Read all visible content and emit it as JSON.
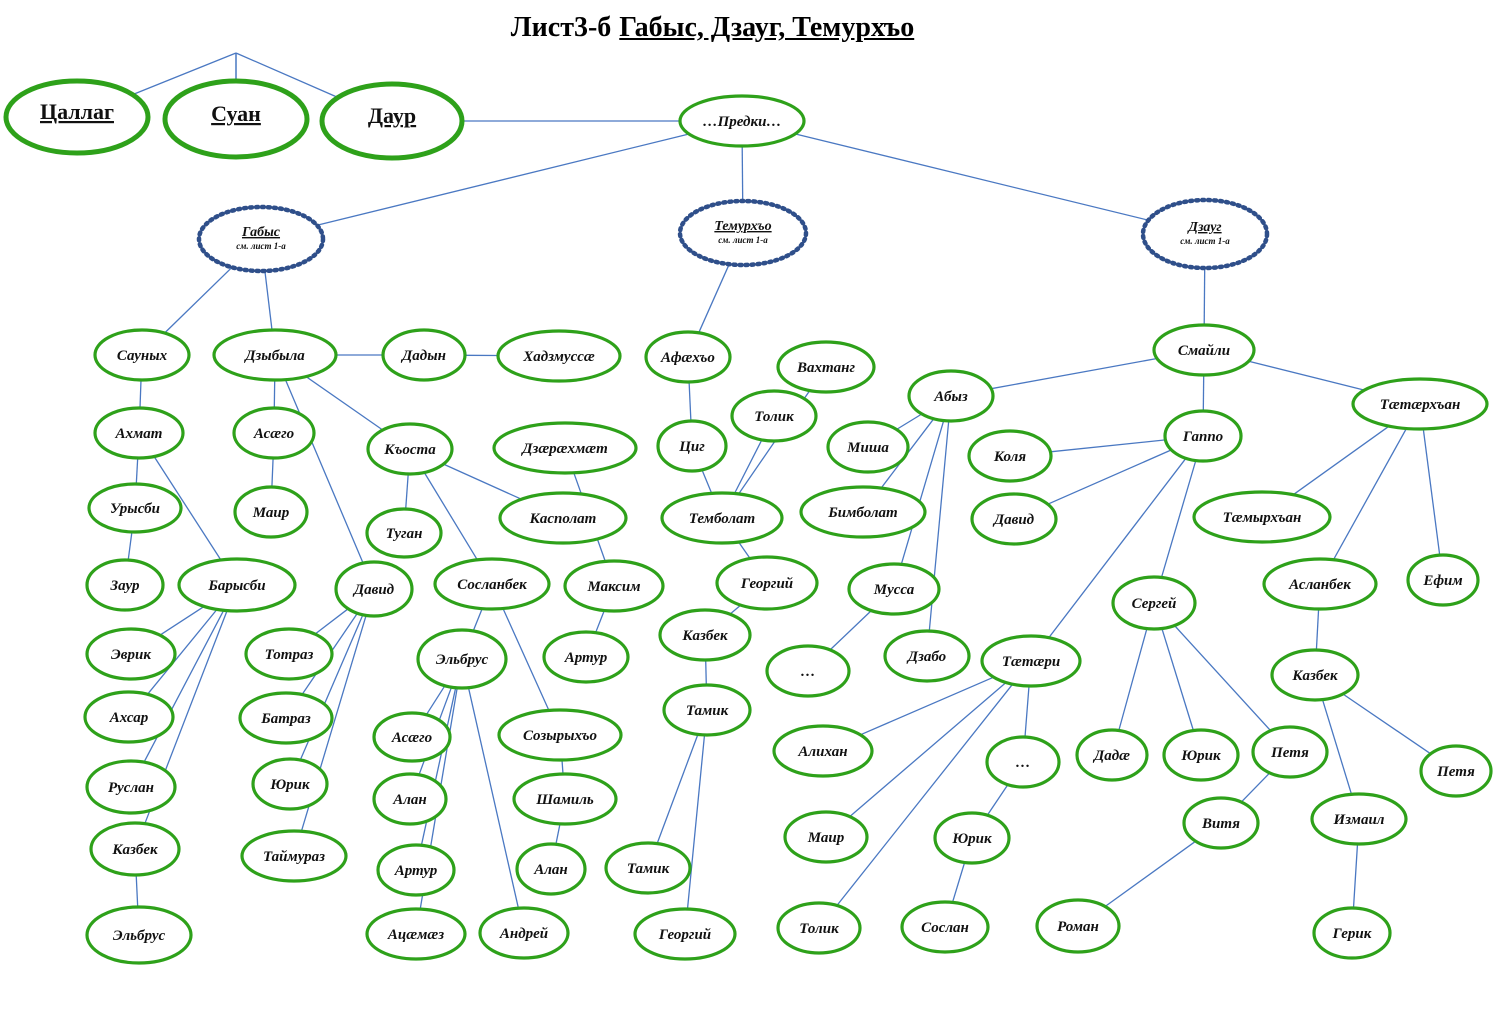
{
  "title": {
    "prefix": "Лист3-б",
    "main": "Габыс, Дзауг, Темурхъо"
  },
  "colors": {
    "node_border": "#2ea11a",
    "ref_border": "#2f4f8a",
    "edge": "#4a78c2"
  },
  "top_clans": [
    {
      "id": "tsallag",
      "label": "Цаллаг"
    },
    {
      "id": "suan",
      "label": "Суан"
    },
    {
      "id": "daur",
      "label": "Даур"
    }
  ],
  "ancestors": {
    "label": "…Предки…"
  },
  "branches": [
    {
      "id": "gabys",
      "label": "Габыс",
      "ref": "см. лист 1-а"
    },
    {
      "id": "temurkhyo",
      "label": "Темурхъо",
      "ref": "см. лист 1-а"
    },
    {
      "id": "dzaug",
      "label": "Дзауг",
      "ref": "см. лист 1-а"
    }
  ],
  "people": [
    {
      "id": "saunykh",
      "label": "Сауных"
    },
    {
      "id": "akhmat",
      "label": "Ахмат"
    },
    {
      "id": "urysbi",
      "label": "Урысби"
    },
    {
      "id": "zaur",
      "label": "Заур"
    },
    {
      "id": "barysbi",
      "label": "Барысби"
    },
    {
      "id": "evrik",
      "label": "Эврик"
    },
    {
      "id": "akhsar",
      "label": "Ахсар"
    },
    {
      "id": "ruslan",
      "label": "Руслан"
    },
    {
      "id": "kazbek1",
      "label": "Казбек"
    },
    {
      "id": "elbrus1",
      "label": "Эльбрус"
    },
    {
      "id": "dzybyla",
      "label": "Дзыбыла"
    },
    {
      "id": "dadyn",
      "label": "Дадын"
    },
    {
      "id": "khadzmusse",
      "label": "Хадзмуссæ"
    },
    {
      "id": "asaego1",
      "label": "Асæго"
    },
    {
      "id": "mair1",
      "label": "Маир"
    },
    {
      "id": "kyosta",
      "label": "Къоста"
    },
    {
      "id": "tugan",
      "label": "Туган"
    },
    {
      "id": "kaspolat",
      "label": "Касполат"
    },
    {
      "id": "david1",
      "label": "Давид"
    },
    {
      "id": "totraz",
      "label": "Тотраз"
    },
    {
      "id": "batraz",
      "label": "Батраз"
    },
    {
      "id": "yurik1",
      "label": "Юрик"
    },
    {
      "id": "taymuraz",
      "label": "Таймураз"
    },
    {
      "id": "soslanbek",
      "label": "Сосланбек"
    },
    {
      "id": "elbrus2",
      "label": "Эльбрус"
    },
    {
      "id": "asaego2",
      "label": "Асæго"
    },
    {
      "id": "alan1",
      "label": "Алан"
    },
    {
      "id": "artur1",
      "label": "Артур"
    },
    {
      "id": "atsaemaz",
      "label": "Ацæмæз"
    },
    {
      "id": "andrey",
      "label": "Андрей"
    },
    {
      "id": "sozyrykhyo",
      "label": "Созырыхъо"
    },
    {
      "id": "shamil",
      "label": "Шамиль"
    },
    {
      "id": "alan2",
      "label": "Алан"
    },
    {
      "id": "dzaeraekhmaet",
      "label": "Дзæрæхмæт"
    },
    {
      "id": "maksim",
      "label": "Максим"
    },
    {
      "id": "artur2",
      "label": "Артур"
    },
    {
      "id": "afaekhyo",
      "label": "Афæхъо"
    },
    {
      "id": "tsig",
      "label": "Циг"
    },
    {
      "id": "vakhtang",
      "label": "Вахтанг"
    },
    {
      "id": "tolik1",
      "label": "Толик"
    },
    {
      "id": "tembolat",
      "label": "Темболат"
    },
    {
      "id": "georgiy1",
      "label": "Георгий"
    },
    {
      "id": "kazbek2",
      "label": "Казбек"
    },
    {
      "id": "tamik1",
      "label": "Тамик"
    },
    {
      "id": "tamik2",
      "label": "Тамик"
    },
    {
      "id": "georgiy2",
      "label": "Георгий"
    },
    {
      "id": "smayli",
      "label": "Смайли"
    },
    {
      "id": "abyz",
      "label": "Абыз"
    },
    {
      "id": "misha",
      "label": "Миша"
    },
    {
      "id": "bimbolat",
      "label": "Бимболат"
    },
    {
      "id": "mussa",
      "label": "Мусса"
    },
    {
      "id": "dots1",
      "label": "…"
    },
    {
      "id": "dzabo",
      "label": "Дзабо"
    },
    {
      "id": "gappo",
      "label": "Гаппо"
    },
    {
      "id": "kolya",
      "label": "Коля"
    },
    {
      "id": "david2",
      "label": "Давид"
    },
    {
      "id": "taetaeri",
      "label": "Тæтæри"
    },
    {
      "id": "alikhan",
      "label": "Алихан"
    },
    {
      "id": "dots2",
      "label": "…"
    },
    {
      "id": "mair2",
      "label": "Маир"
    },
    {
      "id": "yurik2",
      "label": "Юрик"
    },
    {
      "id": "tolik2",
      "label": "Толик"
    },
    {
      "id": "soslan",
      "label": "Сослан"
    },
    {
      "id": "sergey",
      "label": "Сергей"
    },
    {
      "id": "dadae",
      "label": "Дадæ"
    },
    {
      "id": "yurik3",
      "label": "Юрик"
    },
    {
      "id": "petya1",
      "label": "Петя"
    },
    {
      "id": "vitya",
      "label": "Витя"
    },
    {
      "id": "roman",
      "label": "Роман"
    },
    {
      "id": "taetaerkhyan",
      "label": "Тæтæрхъан"
    },
    {
      "id": "taemyrkhyan",
      "label": "Тæмырхъан"
    },
    {
      "id": "aslanbek",
      "label": "Асланбек"
    },
    {
      "id": "efim",
      "label": "Ефим"
    },
    {
      "id": "kazbek3",
      "label": "Казбек"
    },
    {
      "id": "petya2",
      "label": "Петя"
    },
    {
      "id": "izmail",
      "label": "Измаил"
    },
    {
      "id": "gerik",
      "label": "Герик"
    }
  ]
}
